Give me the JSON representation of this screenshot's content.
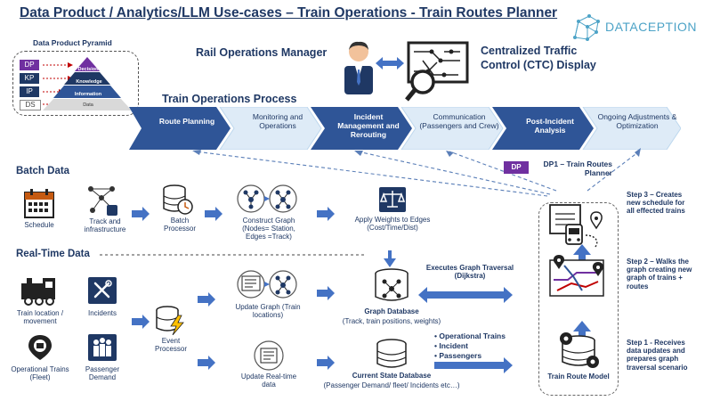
{
  "title": "Data Product / Analytics/LLM Use-cases – Train Operations - Train Routes Planner",
  "logo": {
    "text": "DATACEPTION",
    "icon": "network-head-icon"
  },
  "pyramid": {
    "title": "Data Product Pyramid",
    "levels": [
      {
        "code": "DP",
        "name": "Decision",
        "color": "#7030a0"
      },
      {
        "code": "KP",
        "name": "Knowledge",
        "color": "#1f3864"
      },
      {
        "code": "IP",
        "name": "Information",
        "color": "#2f5597"
      },
      {
        "code": "DS",
        "name": "Data",
        "color": "#d9d9d9"
      }
    ]
  },
  "header": {
    "manager": "Rail Operations Manager",
    "ctc": "Centralized Traffic Control (CTC) Display"
  },
  "process": {
    "title": "Train Operations Process",
    "steps": [
      {
        "label": "Route Planning",
        "dark": true
      },
      {
        "label": "Monitoring and Operations",
        "dark": false
      },
      {
        "label": "Incident Management and Rerouting",
        "dark": true
      },
      {
        "label": "Communication (Passengers and Crew)",
        "dark": false
      },
      {
        "label": "Post-Incident Analysis",
        "dark": true
      },
      {
        "label": "Ongoing Adjustments & Optimization",
        "dark": false
      }
    ]
  },
  "dp": {
    "badge": "DP",
    "label": "DP1 – Train Routes Planner"
  },
  "batch": {
    "title": "Batch Data",
    "schedule": "Schedule",
    "track": "Track and infrastructure",
    "processor": "Batch Processor",
    "construct": "Construct Graph (Nodes= Station, Edges =Track)",
    "weights": "Apply Weights to Edges (Cost/Time/Dist)"
  },
  "realtime": {
    "title": "Real-Time Data",
    "location": "Train location / movement",
    "incidents": "Incidents",
    "operational": "Operational Trains (Fleet)",
    "demand": "Passenger Demand",
    "event": "Event Processor",
    "update_graph": "Update Graph (Train locations)",
    "update_rt": "Update Real-time data",
    "executes": "Executes Graph Traversal (Dijkstra)",
    "graph_db": "Graph Database",
    "graph_db_sub": "(Track, train positions, weights)",
    "state_db": "Current State Database",
    "state_db_sub": "(Passenger Demand/ fleet/ Incidents etc…)",
    "bullets": [
      "Operational Trains",
      "Incident",
      "Passengers"
    ]
  },
  "model": {
    "label": "Train Route Model"
  },
  "steps": [
    "Step 3 – Creates new schedule for all effected trains",
    "Step 2 – Walks the graph creating new graph of trains + routes",
    "Step 1 - Receives data updates and prepares graph traversal scenario"
  ],
  "colors": {
    "navy": "#1f3864",
    "blue": "#4472c4",
    "purple": "#7030a0",
    "light": "#deebf7"
  }
}
